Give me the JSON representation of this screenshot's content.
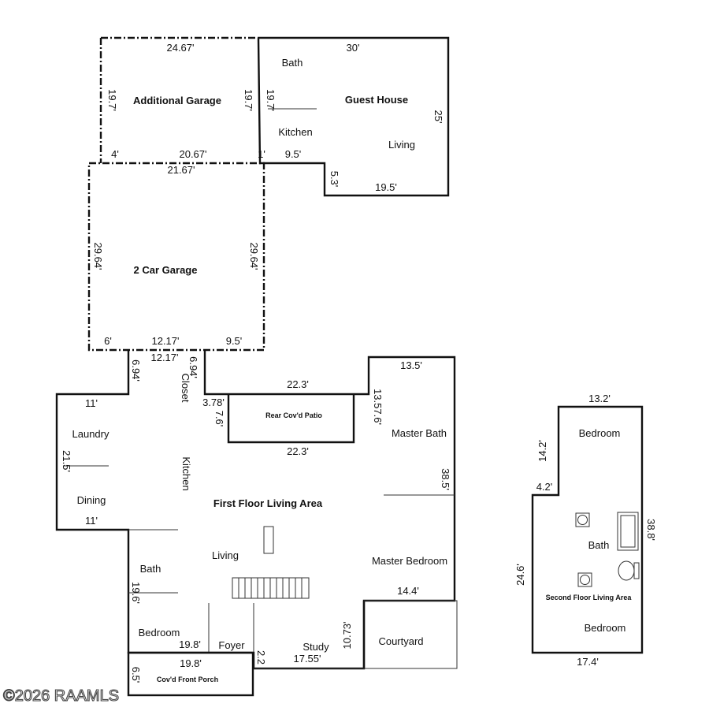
{
  "rooms": {
    "additional_garage": "Additional Garage",
    "guest_house": "Guest House",
    "bath_guest": "Bath",
    "kitchen_guest": "Kitchen",
    "living_guest": "Living",
    "two_car_garage": "2 Car Garage",
    "closet": "Closet",
    "rear_patio": "Rear Cov'd Patio",
    "master_bath": "Master Bath",
    "laundry": "Laundry",
    "kitchen_main": "Kitchen",
    "dining": "Dining",
    "first_floor": "First Floor Living Area",
    "living_main": "Living",
    "master_bedroom": "Master Bedroom",
    "bath_main": "Bath",
    "bedroom_main": "Bedroom",
    "foyer": "Foyer",
    "study": "Study",
    "courtyard": "Courtyard",
    "front_porch": "Cov'd Front Porch",
    "bedroom_upper_top": "Bedroom",
    "bath_upper": "Bath",
    "second_floor": "Second Floor Living Area",
    "bedroom_upper_bottom": "Bedroom"
  },
  "dimensions": {
    "ag_top": "24.67'",
    "ag_left": "19.7'",
    "ag_right": "19.7'",
    "ag_bottom_4": "4'",
    "ag_bottom_2067": "20.67'",
    "gh_top": "30'",
    "gh_left": "19.7'",
    "gh_right": "25'",
    "gh_1": "1'",
    "gh_95": "9.5'",
    "gh_53": "5.3'",
    "gh_195": "19.5'",
    "g2_top": "21.67'",
    "g2_left": "29.64'",
    "g2_right": "29.64'",
    "g2_6": "6'",
    "g2_1217": "12.17'",
    "g2_95": "9.5'",
    "conn_1217": "12.17'",
    "conn_694": "6.94'",
    "closet_694": "6.94'",
    "patio_top": "22.3'",
    "patio_bottom": "22.3'",
    "patio_378": "3.78'",
    "patio_76": "7.6'",
    "mb_135": "13.5'",
    "mb_1357": "13.57.6'",
    "mb_385": "38.5'",
    "laundry_11": "11'",
    "laundry_215": "21.5'",
    "dining_11": "11'",
    "bath_196": "19.6'",
    "master_144": "14.4'",
    "bedroom_198": "19.8'",
    "porch_198": "19.8'",
    "porch_65": "6.5'",
    "foyer_22": "2.2",
    "study_1755": "17.55'",
    "courtyard_1073": "10.73'",
    "sf_132": "13.2'",
    "sf_142": "14.2'",
    "sf_42": "4.2'",
    "sf_388": "38.8'",
    "sf_246": "24.6'",
    "sf_174": "17.4'"
  },
  "watermark": "©2026 RAAMLS"
}
